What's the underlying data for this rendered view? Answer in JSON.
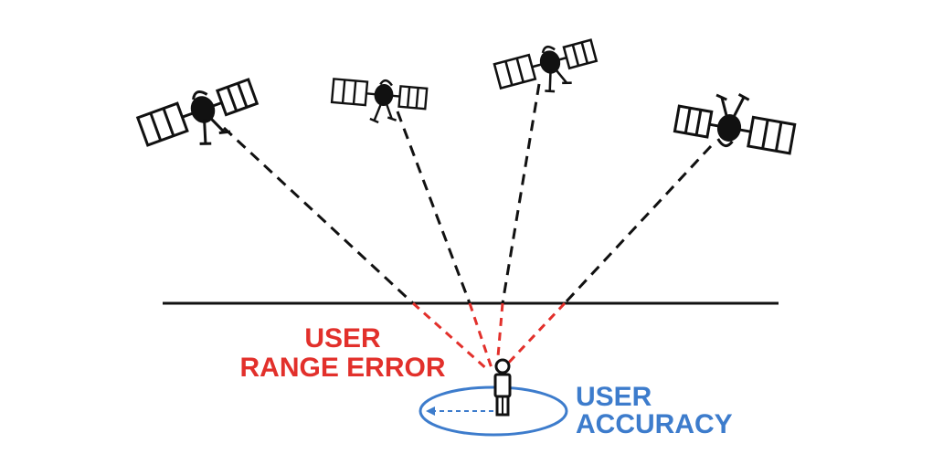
{
  "labels": {
    "user_range_error_line1": "USER",
    "user_range_error_line2": "RANGE ERROR",
    "user_accuracy_line1": "USER",
    "user_accuracy_line2": "ACCURACY"
  },
  "colors": {
    "line": "#111111",
    "range_error": "#e2302b",
    "accuracy": "#3d7ccc"
  },
  "icons": [
    "satellite-icon",
    "user-figure-icon"
  ]
}
